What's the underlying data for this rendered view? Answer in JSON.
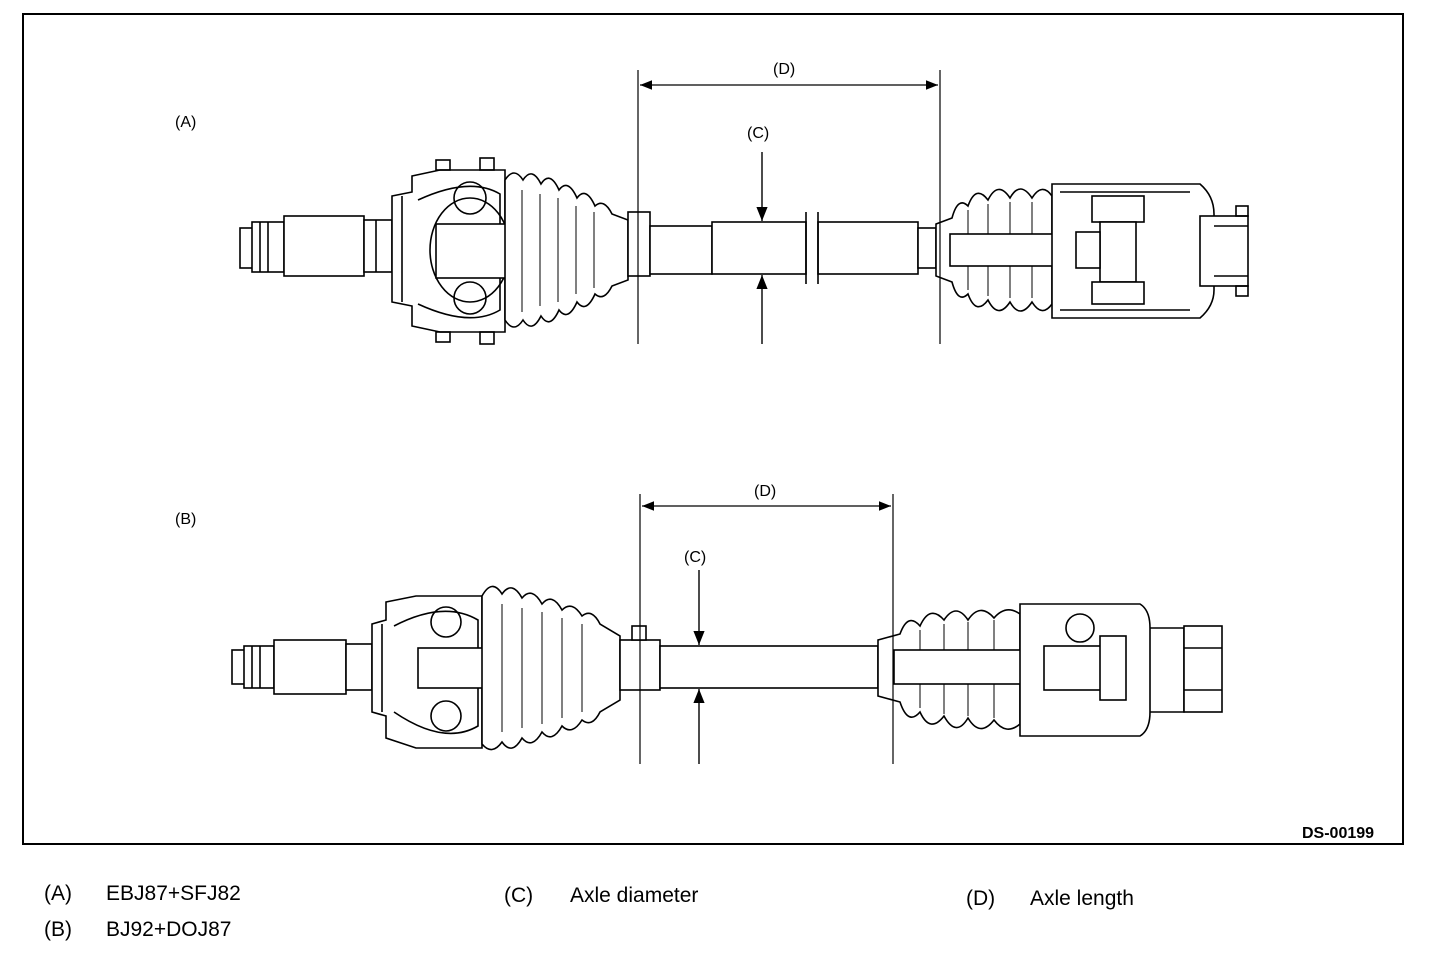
{
  "figure": {
    "code": "DS-00199",
    "diagram_a": {
      "label": "(A)",
      "diameter_label": "(C)",
      "length_label": "(D)"
    },
    "diagram_b": {
      "label": "(B)",
      "diameter_label": "(C)",
      "length_label": "(D)"
    }
  },
  "legend": [
    {
      "key": "(A)",
      "text": "EBJ87+SFJ82"
    },
    {
      "key": "(B)",
      "text": "BJ92+DOJ87"
    },
    {
      "key": "(C)",
      "text": "Axle diameter"
    },
    {
      "key": "(D)",
      "text": "Axle length"
    }
  ]
}
